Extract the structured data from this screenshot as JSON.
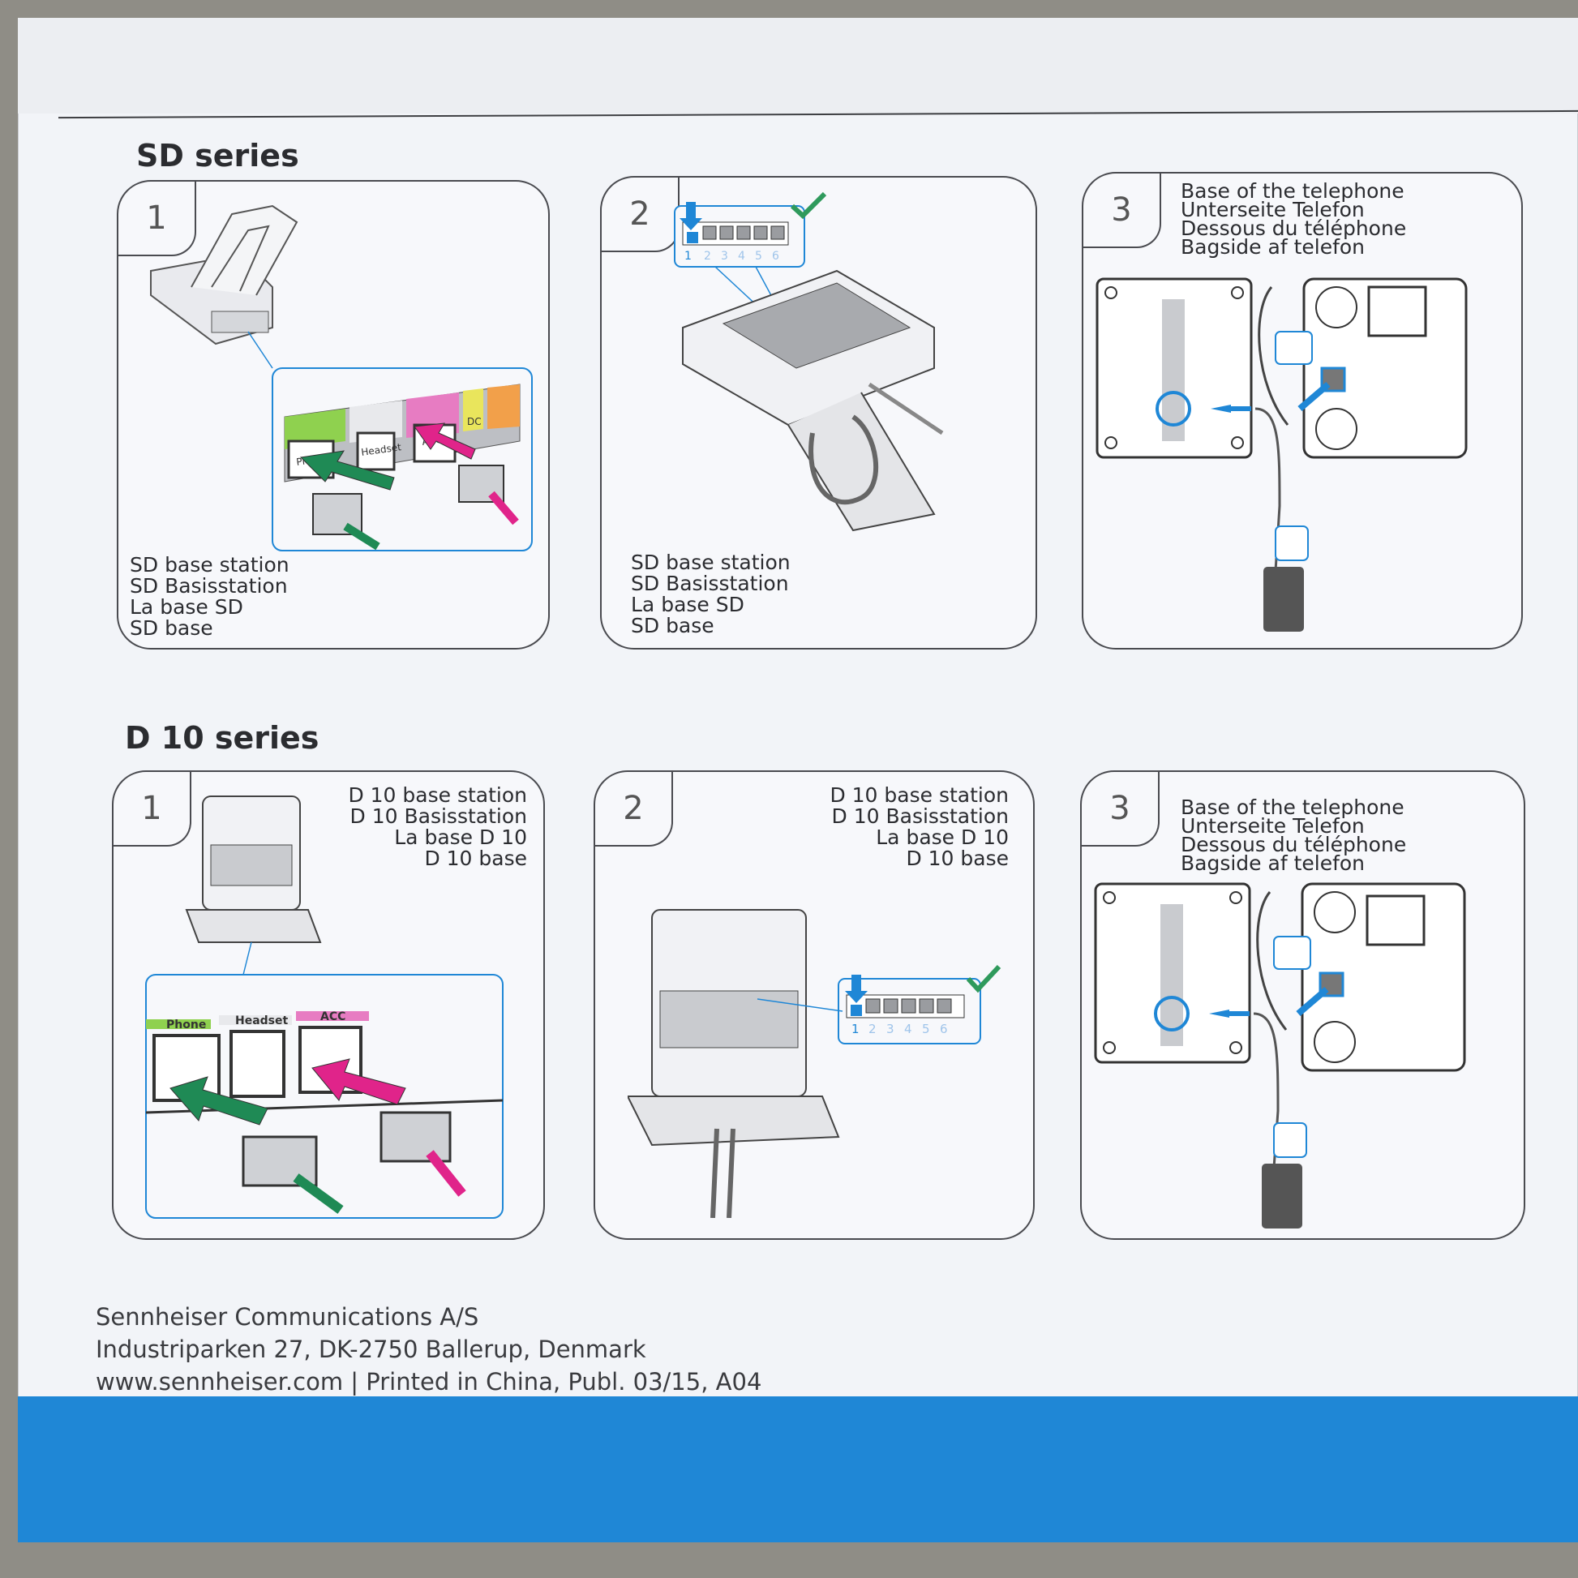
{
  "sections": [
    {
      "title": "SD series",
      "panels": [
        {
          "step": "1",
          "captions": [
            "SD base station",
            "SD Basisstation",
            "La base SD",
            "SD base"
          ]
        },
        {
          "step": "2",
          "captions": [
            "SD base station",
            "SD Basisstation",
            "La base SD",
            "SD base"
          ]
        },
        {
          "step": "3",
          "captions": [
            "Base of the telephone",
            "Unterseite Telefon",
            "Dessous du téléphone",
            "Bagside af telefon"
          ]
        }
      ]
    },
    {
      "title": "D 10 series",
      "panels": [
        {
          "step": "1",
          "captions": [
            "D 10 base station",
            "D 10 Basisstation",
            "La base D 10",
            "D 10 base"
          ]
        },
        {
          "step": "2",
          "captions": [
            "D 10 base station",
            "D 10 Basisstation",
            "La base D 10",
            "D 10 base"
          ]
        },
        {
          "step": "3",
          "captions": [
            "Base of the telephone",
            "Unterseite Telefon",
            "Dessous du téléphone",
            "Bagside af telefon"
          ]
        }
      ]
    }
  ],
  "port_labels": {
    "phone": "Phone",
    "headset": "Headset",
    "acc": "ACC",
    "dc": "DC"
  },
  "switch_numbers": [
    "1",
    "2",
    "3",
    "4",
    "5",
    "6"
  ],
  "icons": [
    "checkmark-icon",
    "arrow-down-icon",
    "ringer-icon",
    "microphone-icon",
    "sennheiser-logo-icon",
    "handset-icon"
  ],
  "colors": {
    "accent_blue": "#1f87d6",
    "arrow_green": "#1f8a55",
    "arrow_pink": "#e0248a",
    "check_green": "#2f9a5c"
  },
  "footer": {
    "company": "Sennheiser Communications A/S",
    "address": "Industriparken 27, DK-2750 Ballerup, Denmark",
    "web_line": "www.sennheiser.com | Printed in China, Publ. 03/15, A04"
  }
}
